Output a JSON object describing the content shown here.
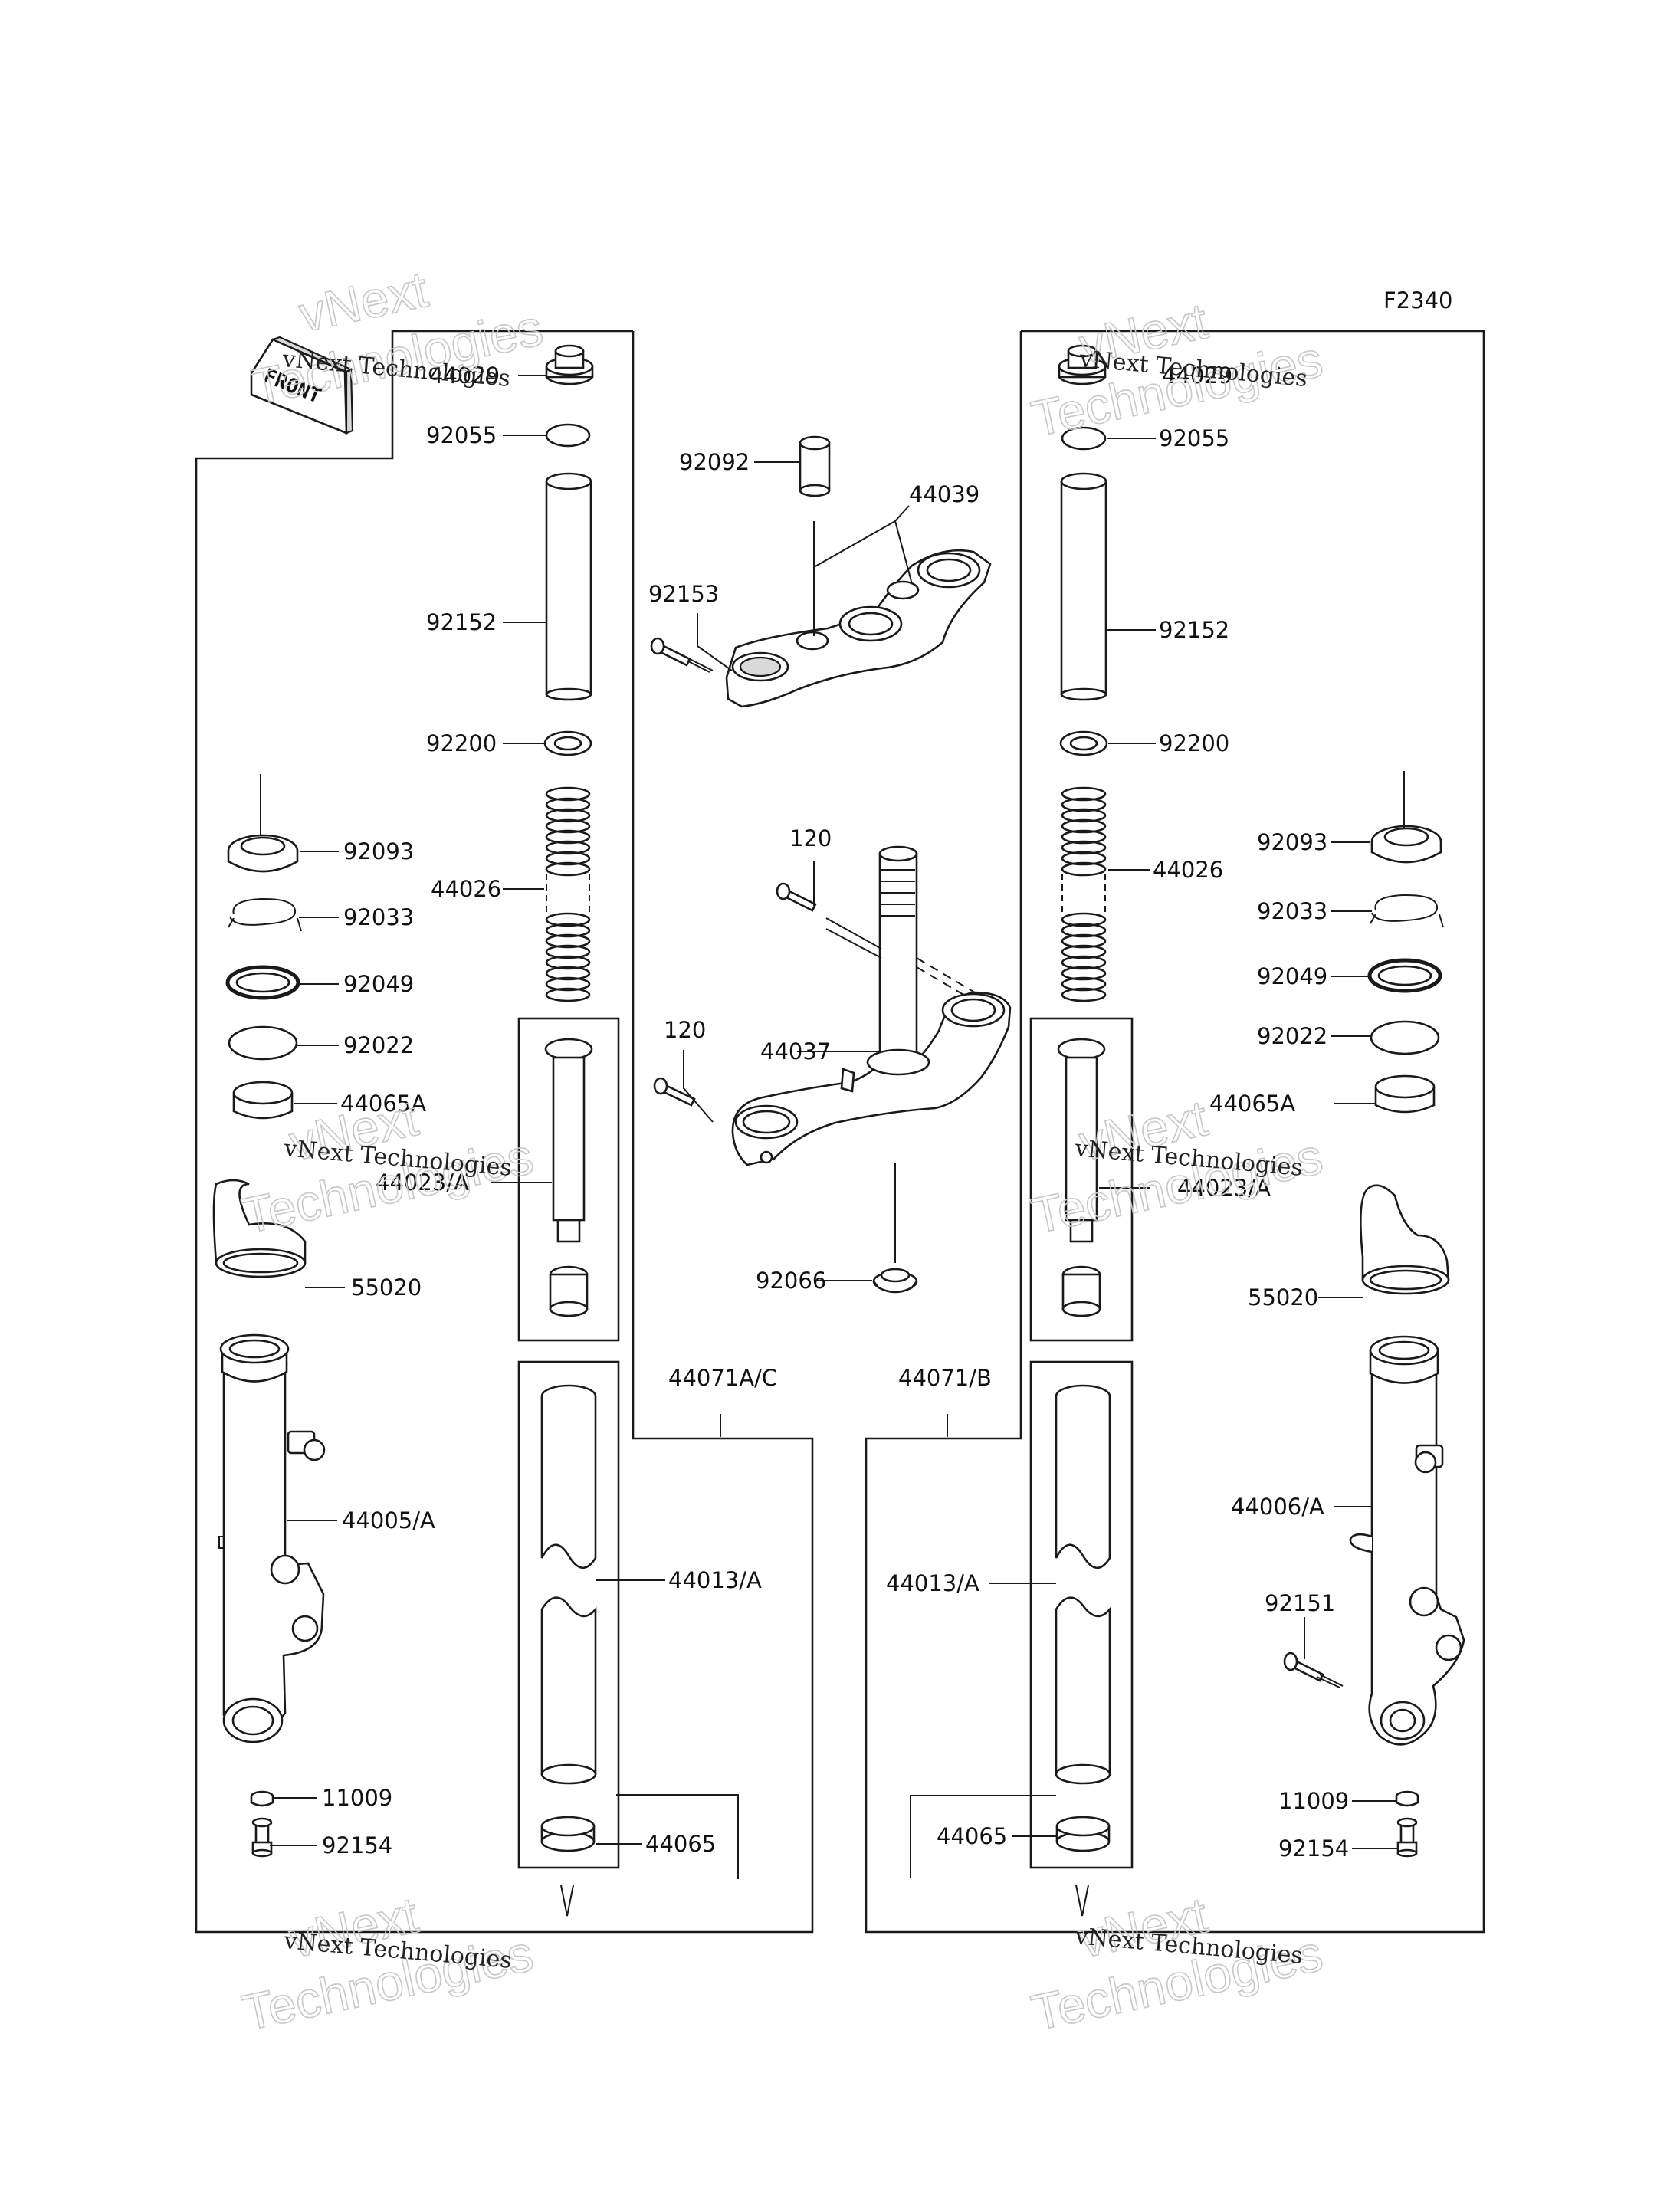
{
  "diagram_code": "F2340",
  "front_label": "FRONT",
  "watermark": {
    "line1": "vNext Technologies",
    "ghost_a": "vNext",
    "ghost_b": "Technologies"
  },
  "left_fork": {
    "labels": {
      "cap": "44029",
      "o_ring": "92055",
      "spacer": "92152",
      "washer": "92200",
      "spring": "44026",
      "dust_seal": "92093",
      "snap_ring": "92033",
      "oil_seal": "92049",
      "washer2": "92022",
      "bushing_a": "44065A",
      "cylinder": "44023/A",
      "guard": "55020",
      "outer_tube": "44005/A",
      "gasket": "11009",
      "bolt": "92154",
      "inner_tube": "44013/A",
      "bushing": "44065",
      "assembly": "44071A/C"
    }
  },
  "right_fork": {
    "labels": {
      "cap": "44029",
      "o_ring": "92055",
      "spacer": "92152",
      "washer": "92200",
      "spring": "44026",
      "dust_seal": "92093",
      "snap_ring": "92033",
      "oil_seal": "92049",
      "washer2": "92022",
      "bushing_a": "44065A",
      "cylinder": "44023/A",
      "guard": "55020",
      "outer_tube": "44006/A",
      "axle_bolt": "92151",
      "gasket": "11009",
      "bolt": "92154",
      "inner_tube": "44013/A",
      "bushing": "44065",
      "assembly": "44071/B"
    }
  },
  "center": {
    "labels": {
      "collar": "92092",
      "upper_bracket": "44039",
      "upper_bolt": "92153",
      "stem_bolt_upper": "120",
      "stem_bolt_lower": "120",
      "stem": "44037",
      "nut": "92066"
    }
  }
}
